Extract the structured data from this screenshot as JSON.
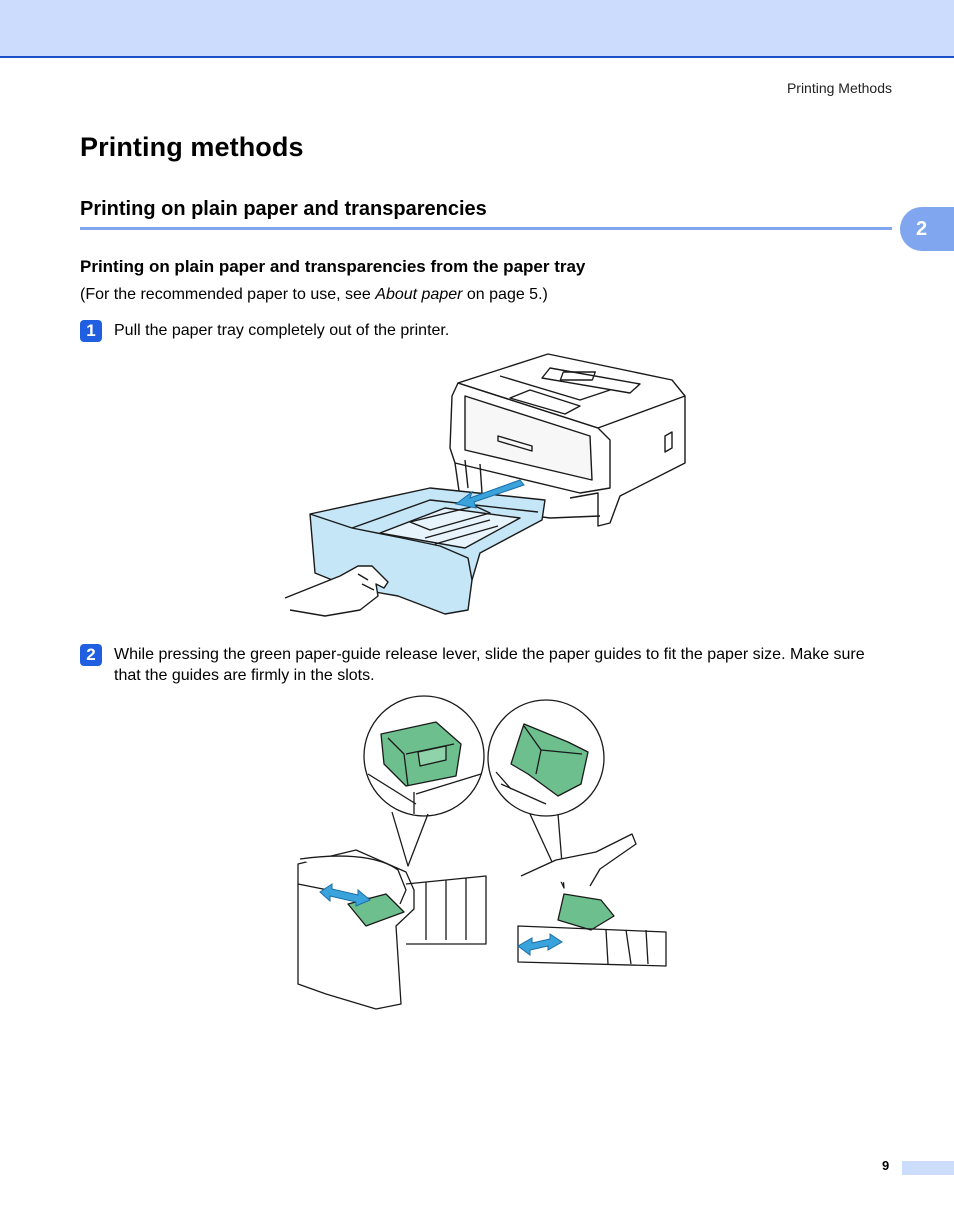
{
  "header": {
    "running_head": "Printing Methods"
  },
  "chapter_tab": "2",
  "title": "Printing methods",
  "section_title": "Printing on plain paper and transparencies",
  "subsection_title": "Printing on plain paper and transparencies from the paper tray",
  "intro": {
    "before": "(For the recommended paper to use, see ",
    "link": "About paper",
    "after": " on page 5.)"
  },
  "steps": [
    {
      "number": "1",
      "text": "Pull the paper tray completely out of the printer."
    },
    {
      "number": "2",
      "text": "While pressing the green paper-guide release lever, slide the paper guides to fit the paper size. Make sure that the guides are firmly in the slots."
    }
  ],
  "footer": {
    "page_number": "9"
  },
  "colors": {
    "header_band": "#cbdcfd",
    "rule": "#7fa6ee",
    "step_badge": "#1f5fe0",
    "tray": "#c5e6f7",
    "guide_green": "#6dbf8e",
    "arrow": "#3aa3dc"
  }
}
